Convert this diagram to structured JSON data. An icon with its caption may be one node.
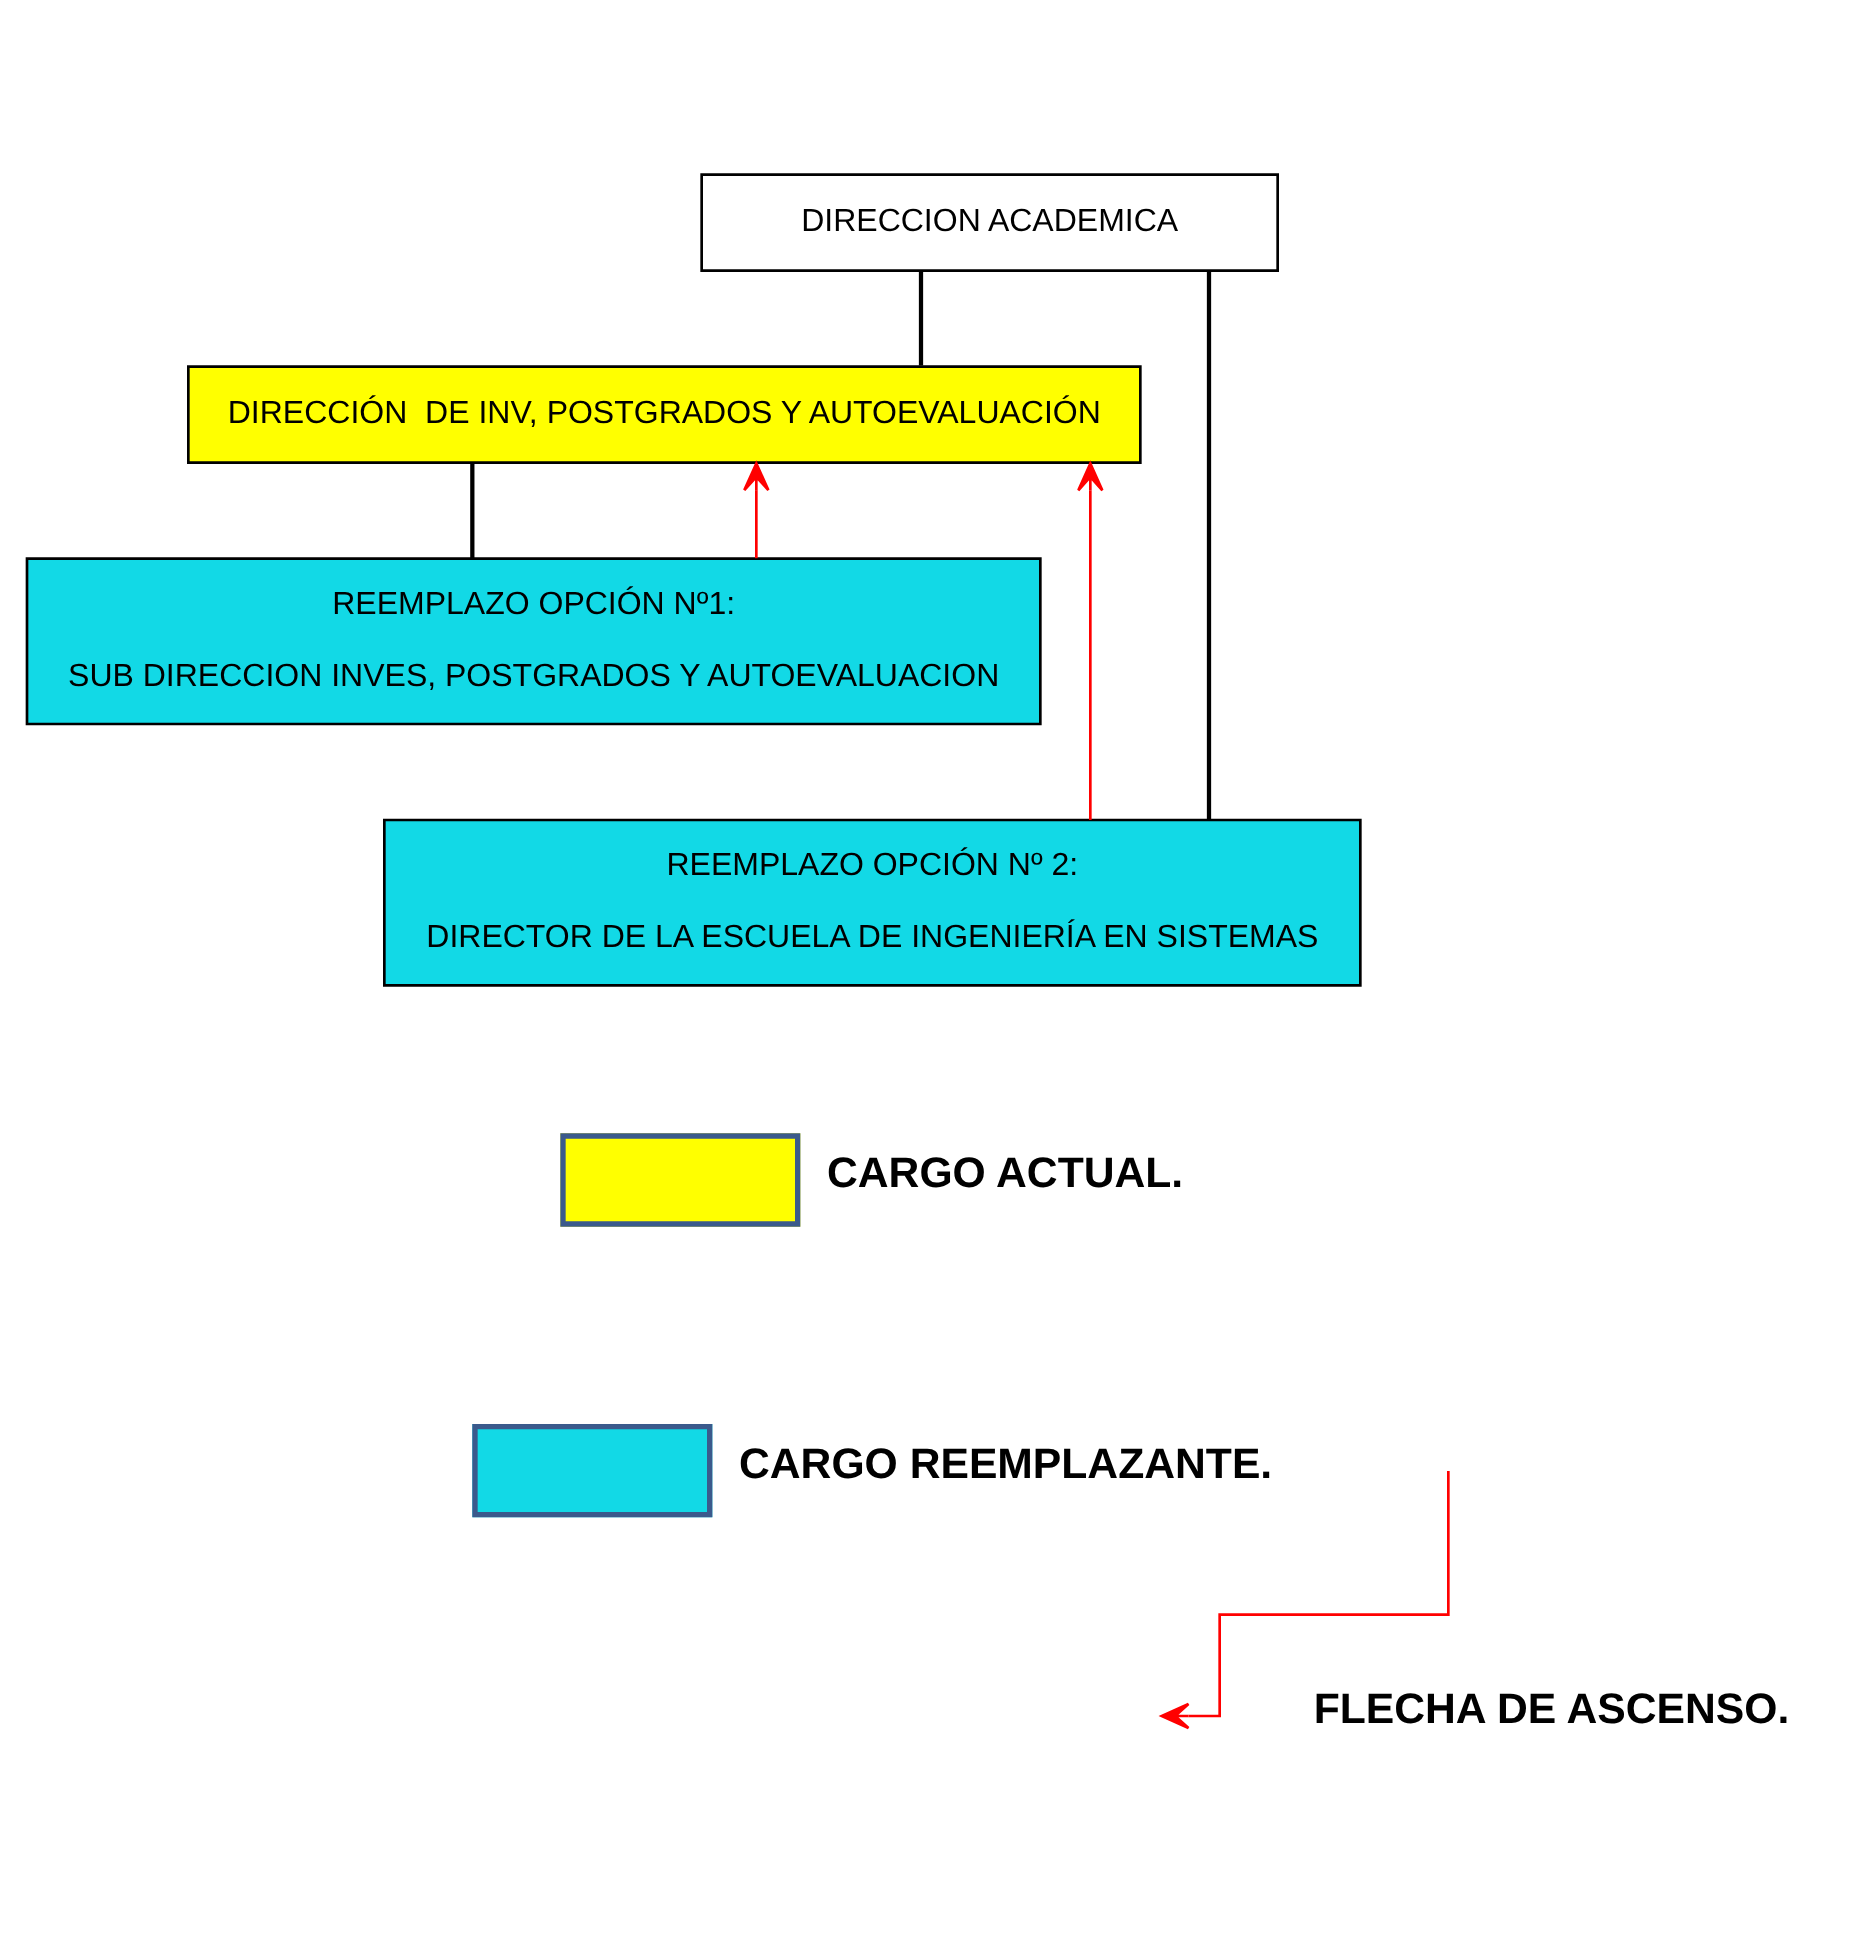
{
  "diagram": {
    "nodes": [
      {
        "text": [
          "DIRECCION ACADEMICA"
        ]
      },
      {
        "text": [
          "DIRECCIÓN  DE INV, POSTGRADOS Y AUTOEVALUACIÓN"
        ]
      },
      {
        "text": [
          "REEMPLAZO OPCIÓN Nº1:",
          "SUB DIRECCION INVES, POSTGRADOS Y AUTOEVALUACION"
        ]
      },
      {
        "text": [
          "REEMPLAZO OPCIÓN Nº 2:",
          "DIRECTOR DE LA ESCUELA DE INGENIERÍA EN SISTEMAS"
        ]
      }
    ],
    "edges": [
      {
        "from": 0,
        "to": 1,
        "arrow": "none"
      },
      {
        "from": 0,
        "to": 3,
        "arrow": "none"
      },
      {
        "from": 1,
        "to": 2,
        "arrow": "none"
      },
      {
        "from": 2,
        "to": 1,
        "arrow": "to",
        "color": "#ff0000"
      },
      {
        "from": 3,
        "to": 1,
        "arrow": "to",
        "color": "#ff0000"
      }
    ],
    "legend": [
      {
        "text": "CARGO ACTUAL.",
        "color": "#ffff00"
      },
      {
        "text": "CARGO REEMPLAZANTE.",
        "color": "#12d9e6"
      },
      {
        "text": "FLECHA DE ASCENSO."
      }
    ]
  }
}
